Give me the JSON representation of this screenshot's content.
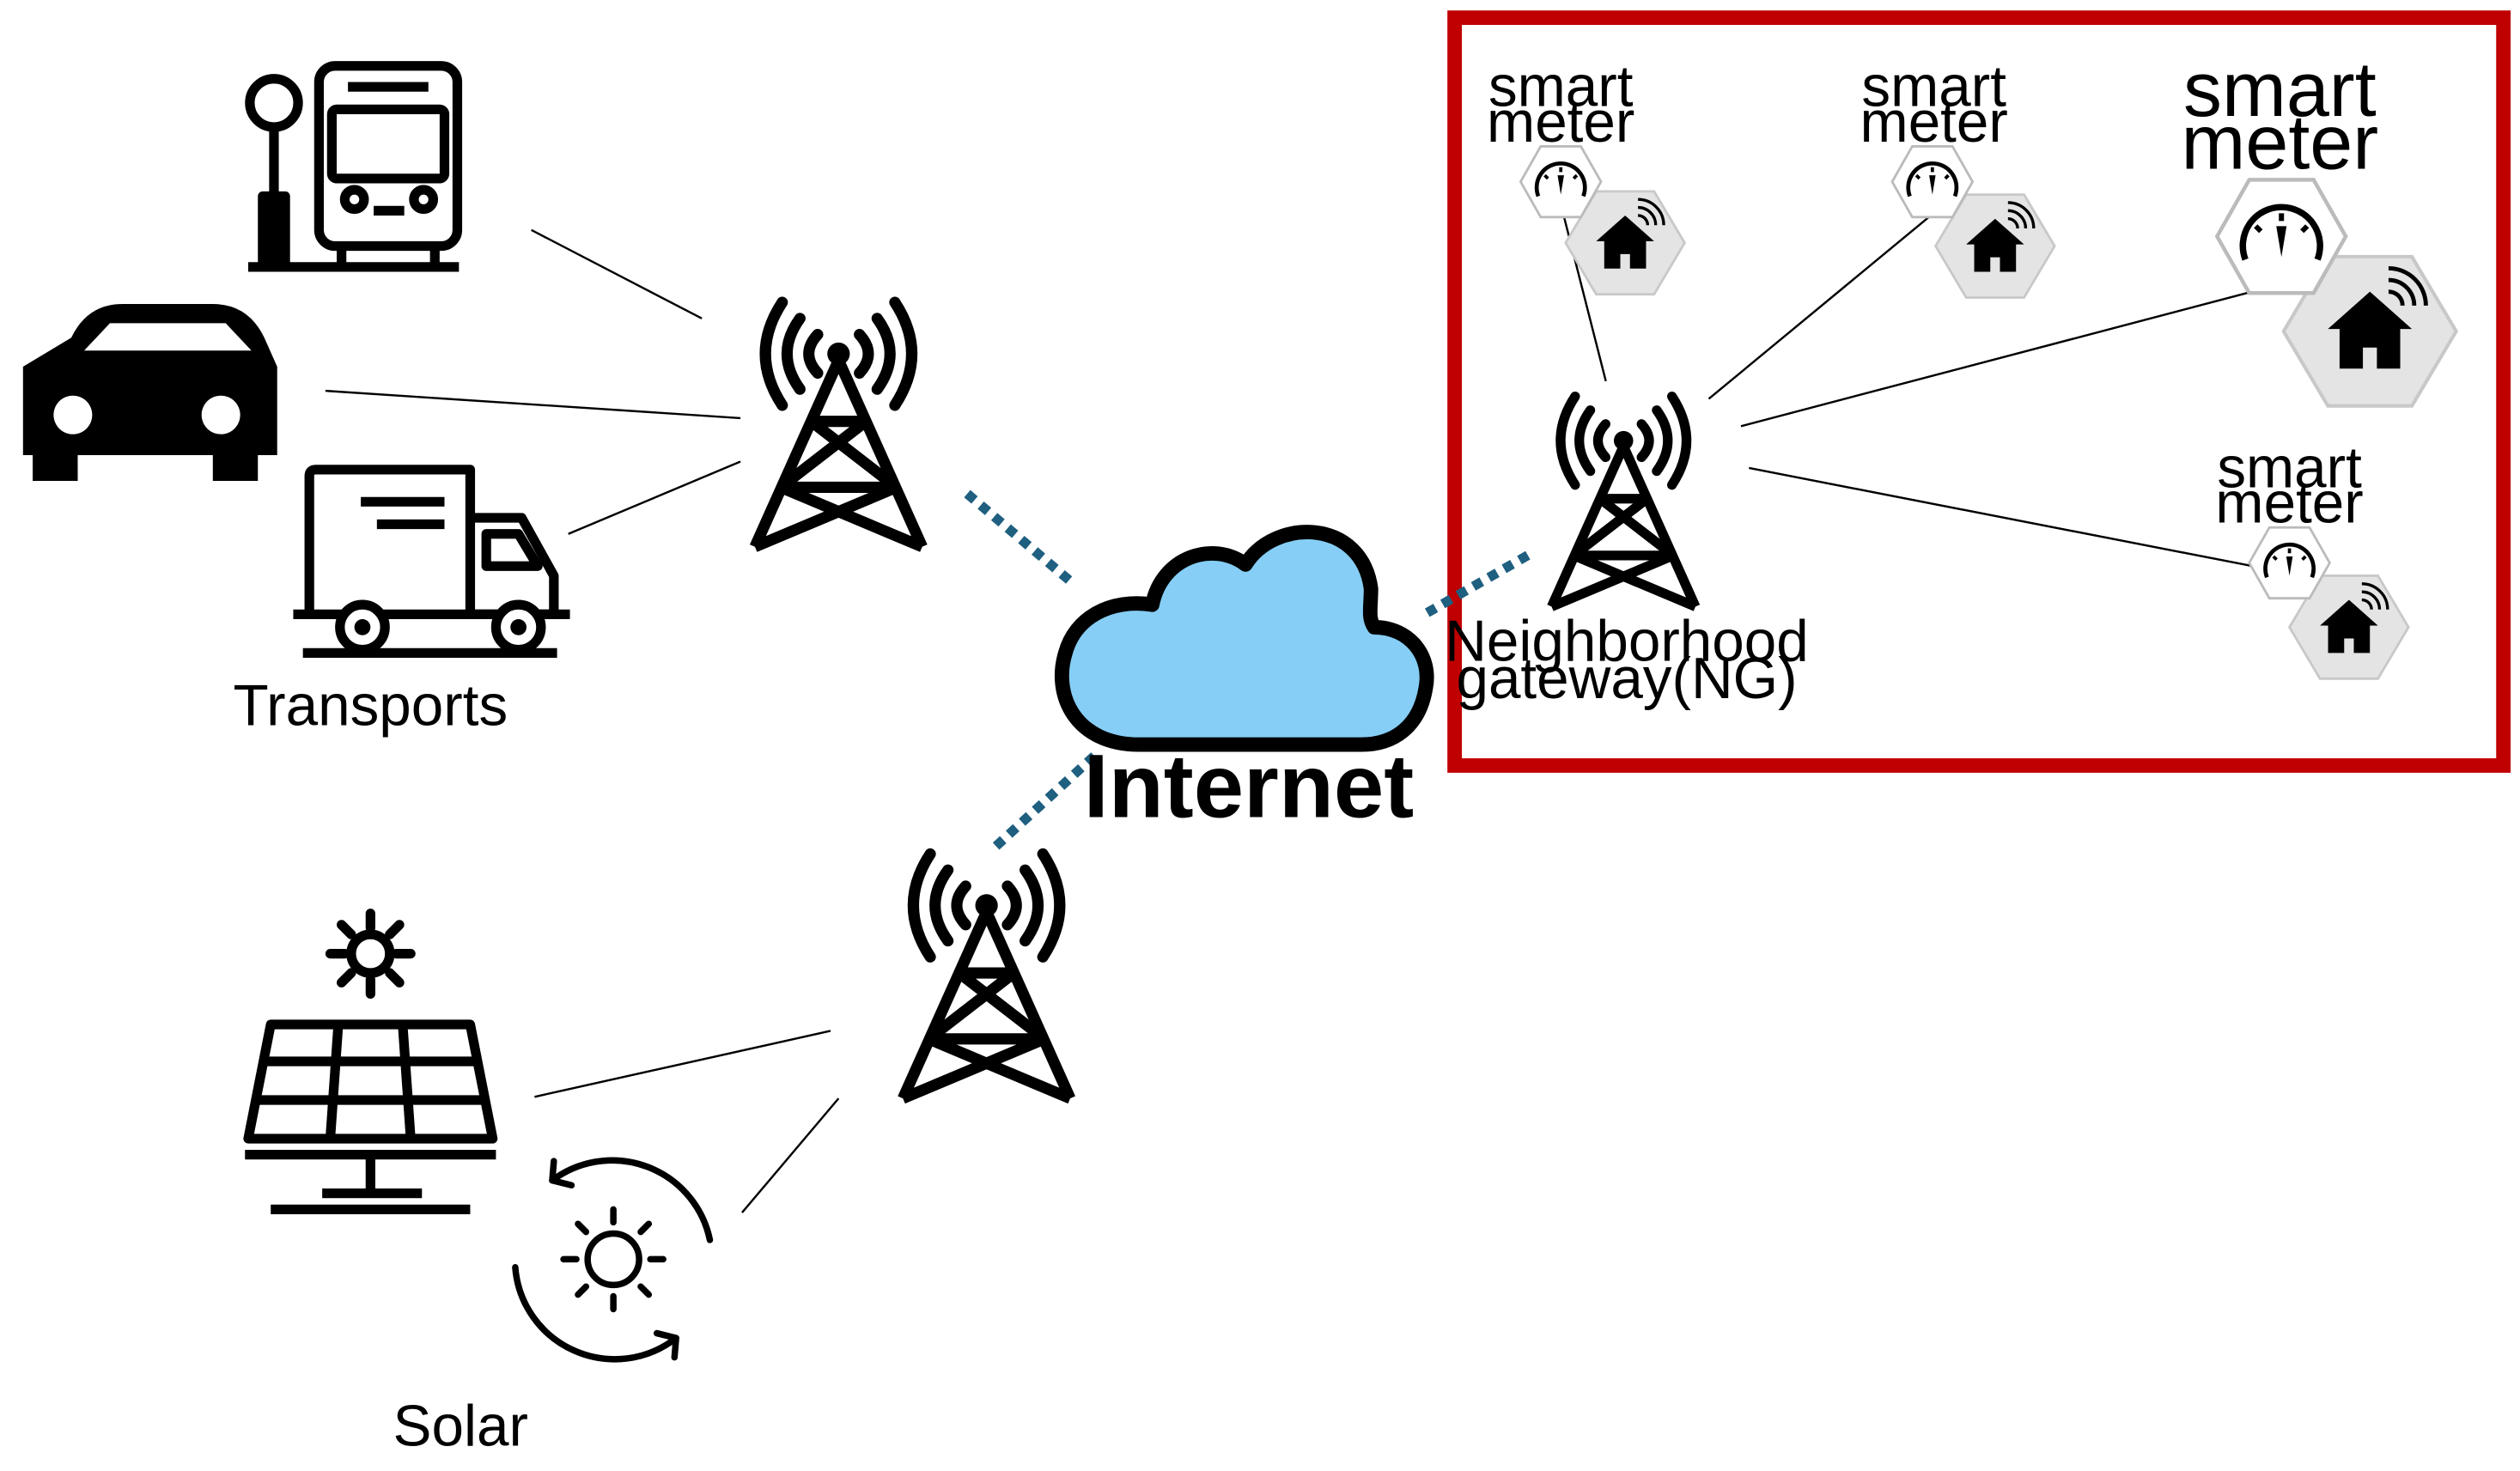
{
  "labels": {
    "transports": "Transports",
    "solar": "Solar",
    "internet": "Internet",
    "gateway_line1": "Neighborhood",
    "gateway_line2": "gateway(NG)",
    "meter_word1": "smart",
    "meter_word2": "meter"
  },
  "colors": {
    "cloud_fill": "#86cef5",
    "dotted_link": "#1f5f80",
    "highlight_box": "#c00000",
    "hex_fill": "#e4e4e4",
    "icon": "#000000"
  },
  "icons": [
    "bus-stop-icon",
    "car-icon",
    "truck-icon",
    "cell-tower-icon",
    "cloud-icon",
    "solar-panel-icon",
    "solar-cycle-icon",
    "smart-meter-icon",
    "smart-home-icon"
  ]
}
